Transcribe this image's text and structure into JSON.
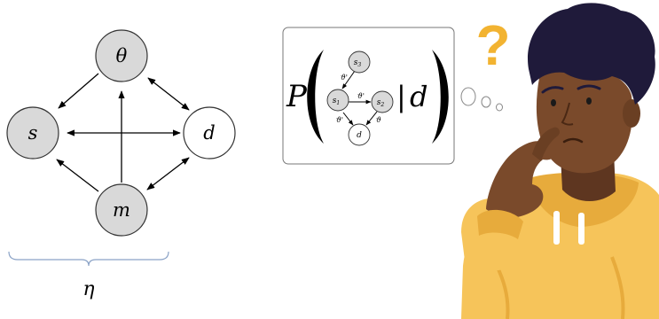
{
  "left_graph": {
    "nodes": {
      "theta": "θ",
      "s": "s",
      "d": "d",
      "m": "m"
    },
    "brace_label": "η"
  },
  "formula": {
    "prefix": "P",
    "condition_bar": "|",
    "condition_var": "d",
    "inner_graph": {
      "s3": "s",
      "s3_sub": "3",
      "s1": "s",
      "s1_sub": "1",
      "s2": "s",
      "s2_sub": "2",
      "d": "d",
      "edge_s3_s1": "ϑ'",
      "edge_s1_s2": "ϑ'",
      "edge_s1_d": "ϑ'",
      "edge_s2_d": "ϑ"
    }
  },
  "thought": {
    "question_mark": "?"
  },
  "colors": {
    "node_gray": "#d9d9d9",
    "node_white": "#ffffff",
    "question": "#f2b331",
    "hoodie": "#f6c45a",
    "hoodie_shadow": "#e7ab3c",
    "skin": "#7a4a2b",
    "skin_dark": "#5e3620",
    "hair": "#1f1a3a",
    "brace": "#8aa2c6"
  }
}
